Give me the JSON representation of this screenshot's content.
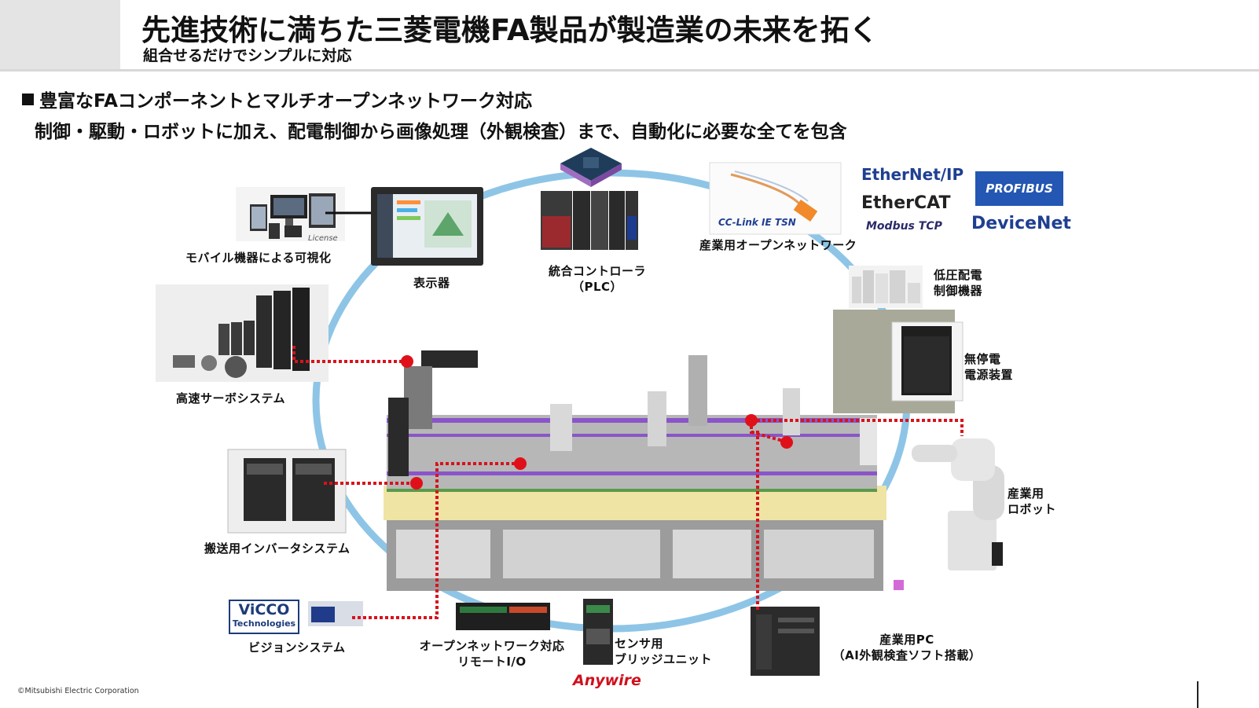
{
  "header": {
    "title": "先進技術に満ちた三菱電機FA製品が製造業の未来を拓く",
    "subtitle": "組合せるだけでシンプルに対応"
  },
  "section": {
    "heading": "豊富なFAコンポーネントとマルチオープンネットワーク対応",
    "subheading": "制御・駆動・ロボットに加え、配電制御から画像処理（外観検査）まで、自動化に必要な全てを包含"
  },
  "labels": {
    "mobile": "モバイル機器による可視化",
    "display": "表示器",
    "plc_line1": "統合コントローラ",
    "plc_line2": "（PLC）",
    "network": "産業用オープンネットワーク",
    "lowvolt_line1": "低圧配電",
    "lowvolt_line2": "制御機器",
    "ups_line1": "無停電",
    "ups_line2": "電源装置",
    "servo": "高速サーボシステム",
    "inverter": "搬送用インバータシステム",
    "robot_line1": "産業用",
    "robot_line2": "ロボット",
    "vision": "ビジョンシステム",
    "remote_line1": "オープンネットワーク対応",
    "remote_line2": "リモートI/O",
    "sensor_line1": "センサ用",
    "sensor_line2": "ブリッジユニット",
    "pc_line1": "産業用PC",
    "pc_line2": "（AI外観検査ソフト搭載）"
  },
  "network_logos": {
    "ethernet_ip": "EtherNet/IP",
    "ethercat": "EtherCAT",
    "profibus": "PROFIBUS",
    "modbus": "Modbus TCP",
    "devicenet": "DeviceNet",
    "cclink": "CC-Link IE TSN",
    "license": "License"
  },
  "vision_logo": {
    "line1": "ViCCO",
    "line2": "Technologies"
  },
  "anywire": "Anywire",
  "copyright": "©Mitsubishi Electric Corporation",
  "colors": {
    "ring": "#8ec5e6",
    "dotted_link": "#d8121c",
    "node": "#e0101a",
    "factory_top": "#efe4a4",
    "machine_purple": "#8a55c8",
    "frame_gray": "#8a8a8a"
  }
}
